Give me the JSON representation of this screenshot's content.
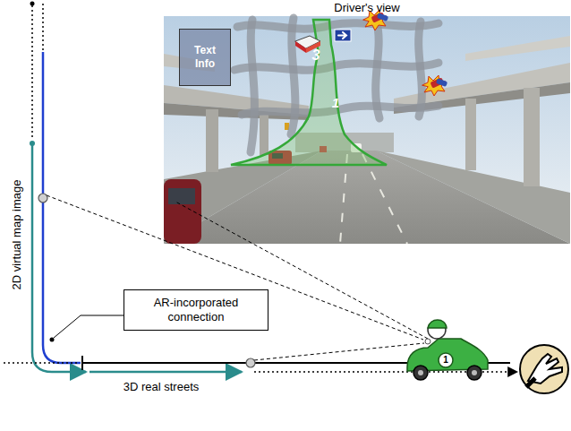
{
  "diagram": {
    "nodes": [
      {
        "text": [
          "Text Info"
        ]
      },
      {
        "text": [
          "AR-incorporated connection"
        ]
      }
    ],
    "labels": [
      "Driver's view",
      "3",
      "1",
      "2D virtual map image",
      "3D real streets",
      "1"
    ]
  }
}
